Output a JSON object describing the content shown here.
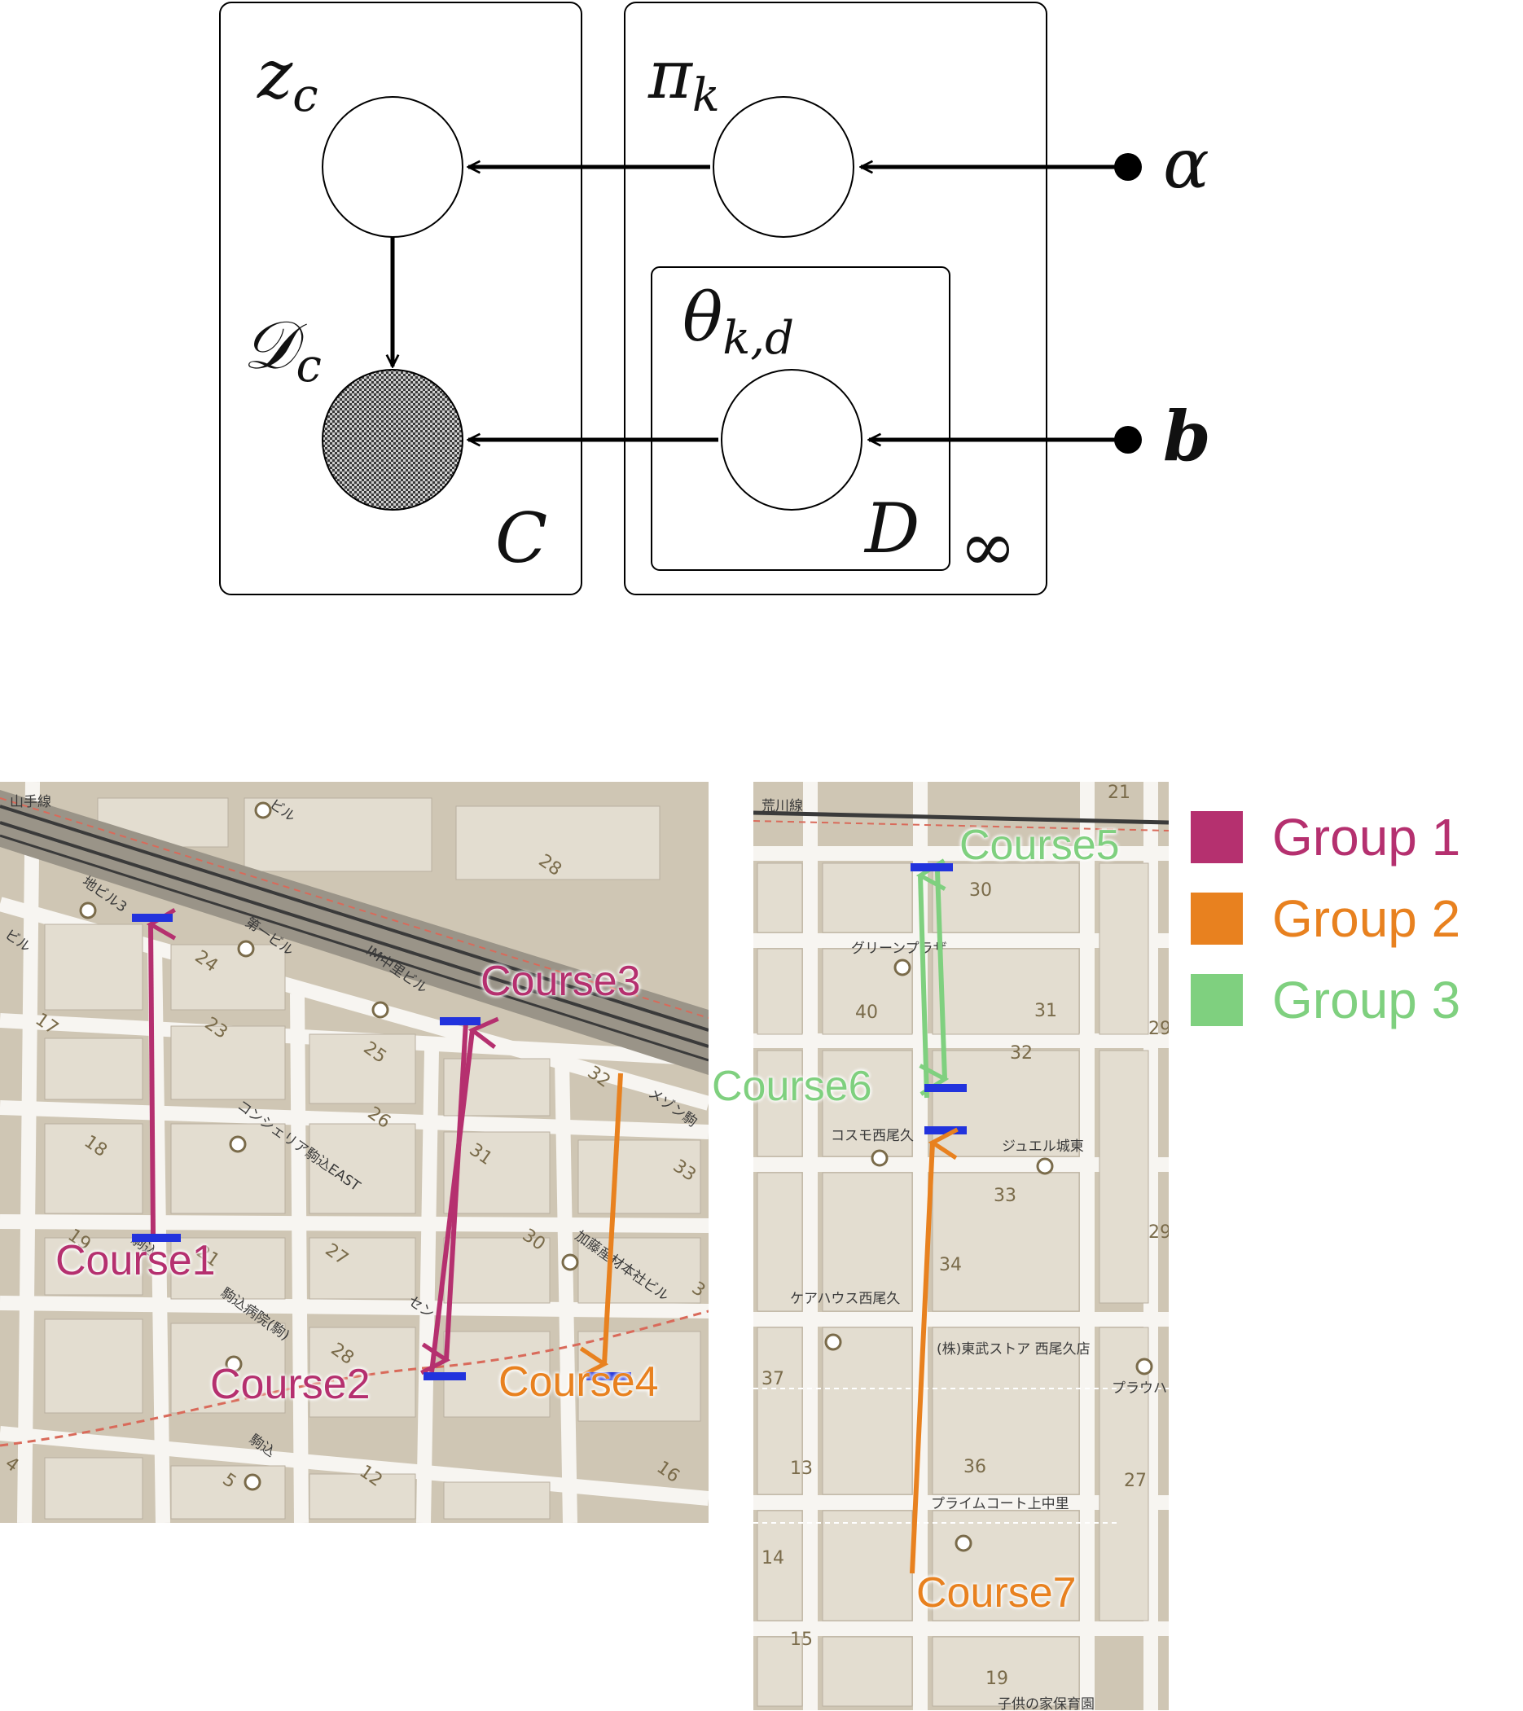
{
  "colors": {
    "group1": "#b5306f",
    "group2": "#e8811f",
    "group3": "#7fd07f",
    "marker": "#2233dd",
    "map_bg": "#cfc6b4",
    "block": "#e3ddd0",
    "road": "#f7f5f1"
  },
  "graphical_model": {
    "nodes": {
      "z": {
        "label": "z",
        "sub": "c"
      },
      "pi": {
        "label": "π",
        "sub": "k"
      },
      "D": {
        "label": "𝒟",
        "sub": "c"
      },
      "theta": {
        "label": "θ",
        "sub": "k,d"
      },
      "alpha": {
        "label": "α"
      },
      "b": {
        "label": "b"
      }
    },
    "plates": {
      "C": "C",
      "D": "D",
      "inf": "∞"
    }
  },
  "legend": [
    {
      "label": "Group 1",
      "color": "#b5306f"
    },
    {
      "label": "Group 2",
      "color": "#e8811f"
    },
    {
      "label": "Group 3",
      "color": "#7fd07f"
    }
  ],
  "map_left": {
    "courses": {
      "c1": "Course1",
      "c2": "Course2",
      "c3": "Course3",
      "c4": "Course4"
    },
    "labels": {
      "line": "山手線",
      "b1": "地ビル3",
      "b2": "第一ビル",
      "b3": "IM中里ビル",
      "b4": "コンシェリア駒込EAST",
      "b5": "加藤産材本社ビル",
      "b6": "メゾン駒",
      "b7": "駒込",
      "b8": "駒込病院(駒)",
      "b9": "駒込",
      "b10": "セン",
      "b11": "ビル",
      "b12": "ビル"
    },
    "numbers": [
      "28",
      "24",
      "23",
      "17",
      "25",
      "26",
      "18",
      "31",
      "32",
      "33",
      "30",
      "27",
      "19",
      "21",
      "28",
      "12",
      "16",
      "5",
      "4",
      "3"
    ]
  },
  "map_right": {
    "courses": {
      "c5": "Course5",
      "c6": "Course6",
      "c7": "Course7"
    },
    "labels": {
      "line": "荒川線",
      "b1": "グリーンプラザ",
      "b2": "コスモ西尾久",
      "b3": "ジュエル城東",
      "b4": "ケアハウス西尾久",
      "b5": "(株)東武ストア 西尾久店",
      "b6": "プラウハウ",
      "b7": "プライムコート上中里",
      "b8": "子供の家保育園"
    },
    "numbers": [
      "21",
      "30",
      "40",
      "31",
      "32",
      "29",
      "33",
      "29",
      "34",
      "37",
      "36",
      "13",
      "27",
      "14",
      "15",
      "19"
    ]
  }
}
